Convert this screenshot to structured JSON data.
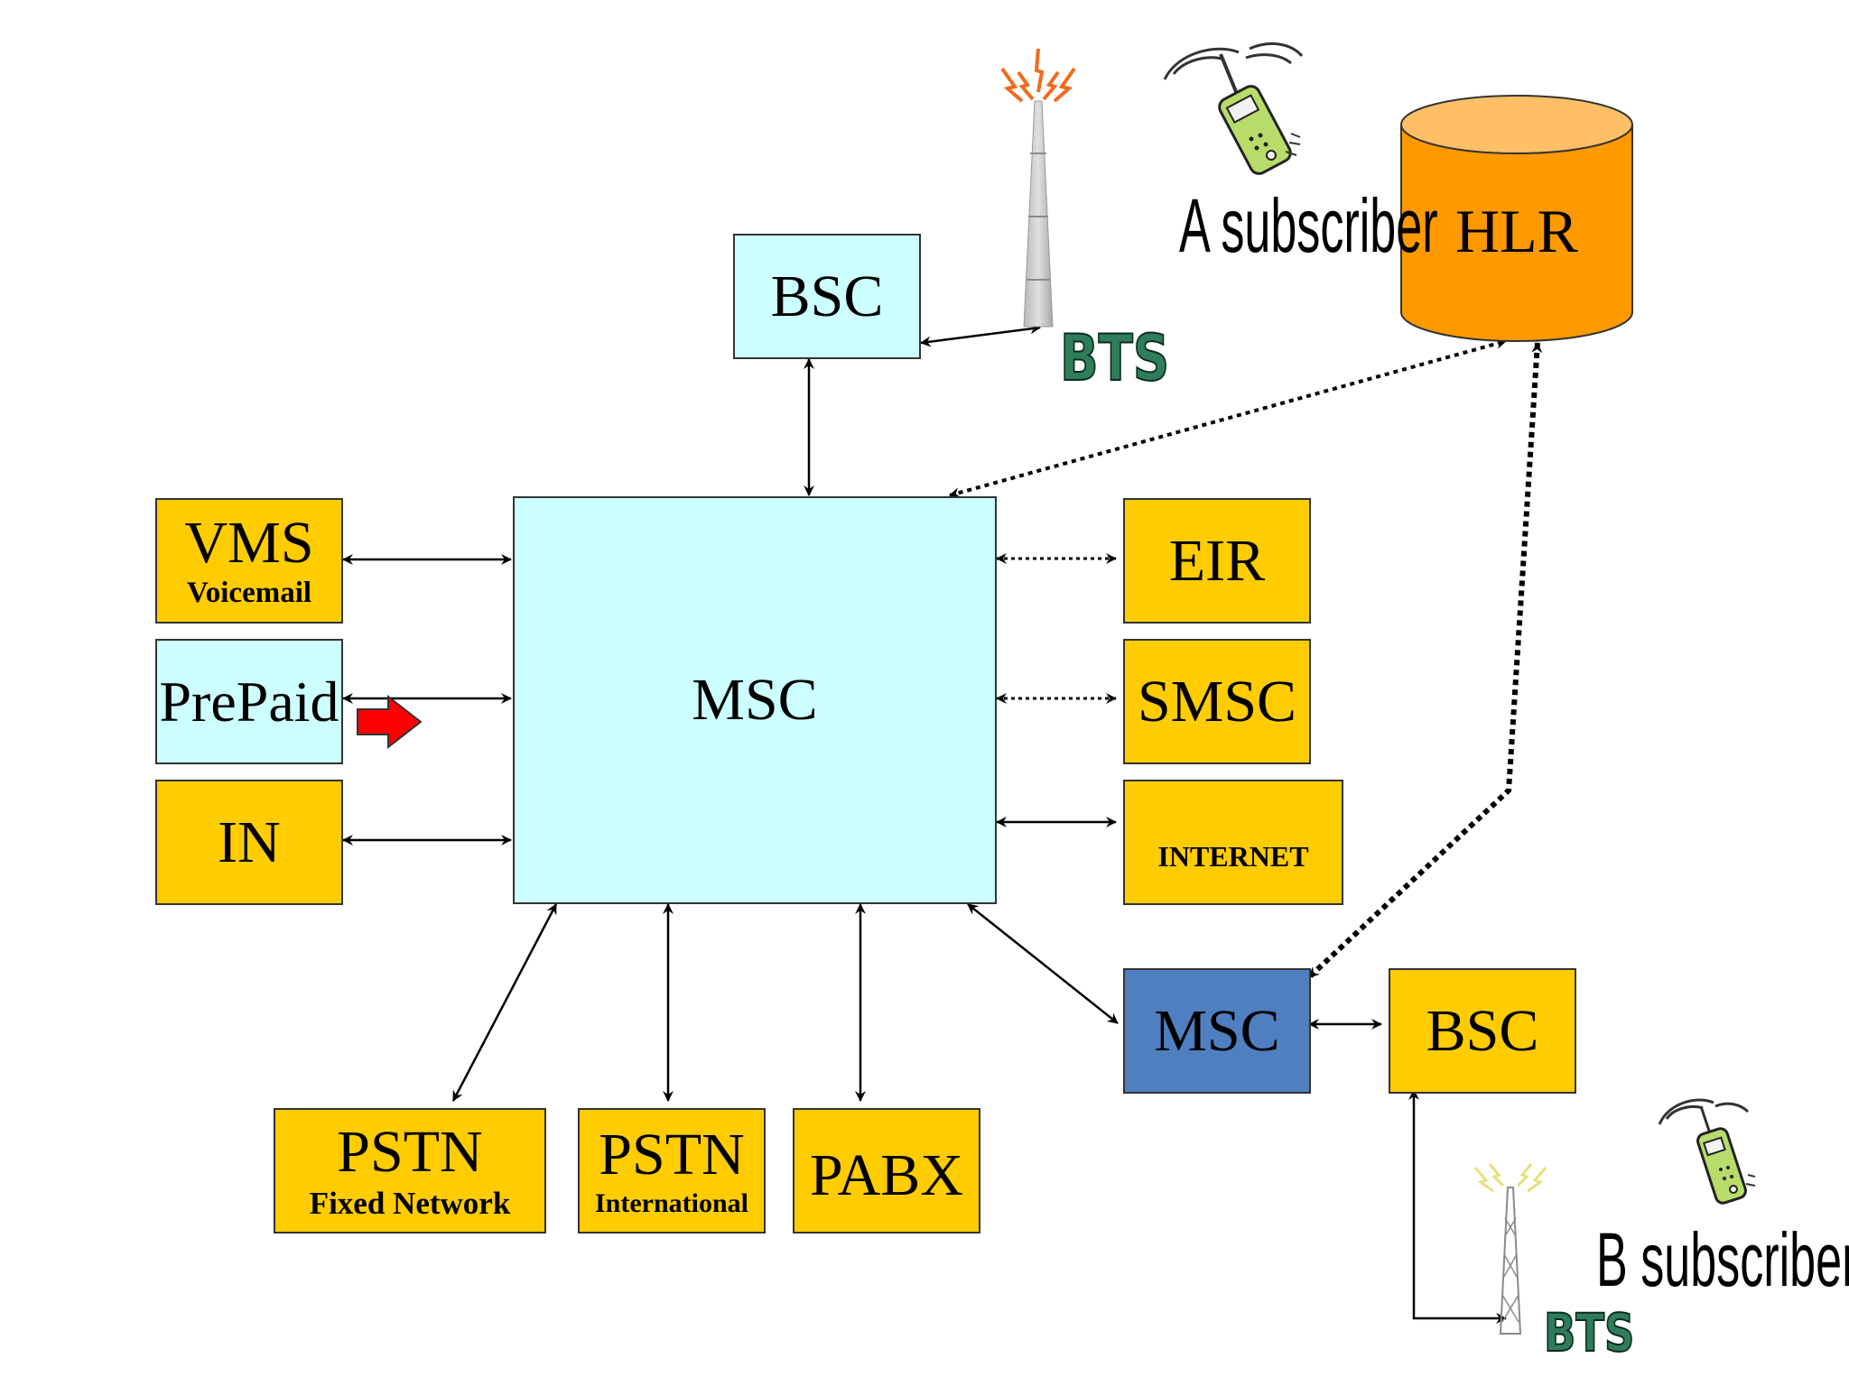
{
  "nodes": {
    "bsc_top": "BSC",
    "msc_main": "MSC",
    "vms": {
      "title": "VMS",
      "sub": "Voicemail"
    },
    "prepaid": "PrePaid",
    "in": "IN",
    "eir": "EIR",
    "smsc": "SMSC",
    "internet": "INTERNET",
    "msc_remote": "MSC",
    "bsc_right": "BSC",
    "pstn_fixed": {
      "title": "PSTN",
      "sub": "Fixed Network"
    },
    "pstn_intl": {
      "title": "PSTN",
      "sub": "International"
    },
    "pabx": "PABX",
    "hlr": "HLR"
  },
  "labels": {
    "bts_top": "BTS",
    "bts_bottom": "BTS",
    "a_subscriber": "A subscriber",
    "b_subscriber": "B subscriber"
  },
  "colors": {
    "yellow_box": "#FFCC00",
    "cyan_box": "#CCFFFF",
    "blue_box": "#4F7FC0",
    "hlr_cylinder": "#FF9900",
    "prepaid_arrow": "#FF0000",
    "bts_text": "#2E7D5A"
  },
  "icons": {
    "tower_top": "radio-tower-icon",
    "tower_bottom": "radio-tower-icon",
    "phone_a": "mobile-phone-icon",
    "phone_b": "mobile-phone-icon",
    "prepaid_arrow": "arrow-right-icon"
  }
}
